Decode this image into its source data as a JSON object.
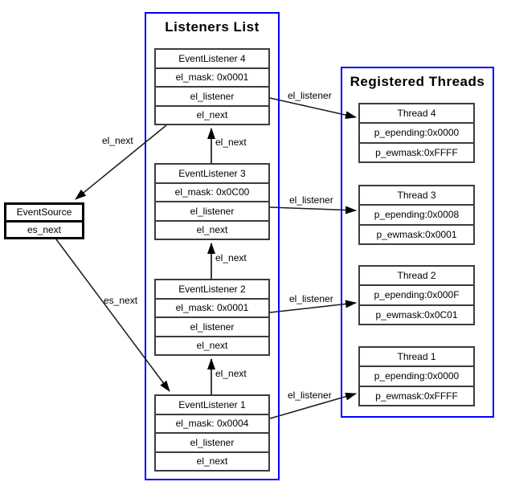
{
  "diagram": {
    "event_source": {
      "title": "EventSource",
      "fields": [
        "es_next"
      ]
    },
    "listeners": {
      "title": "Listeners List",
      "nodes": [
        {
          "title": "EventListener 4",
          "fields": [
            "el_mask: 0x0001",
            "el_listener",
            "el_next"
          ]
        },
        {
          "title": "EventListener 3",
          "fields": [
            "el_mask: 0x0C00",
            "el_listener",
            "el_next"
          ]
        },
        {
          "title": "EventListener 2",
          "fields": [
            "el_mask: 0x0001",
            "el_listener",
            "el_next"
          ]
        },
        {
          "title": "EventListener 1",
          "fields": [
            "el_mask: 0x0004",
            "el_listener",
            "el_next"
          ]
        }
      ]
    },
    "threads": {
      "title": "Registered Threads",
      "nodes": [
        {
          "title": "Thread 4",
          "fields": [
            "p_epending:0x0000",
            "p_ewmask:0xFFFF"
          ]
        },
        {
          "title": "Thread 3",
          "fields": [
            "p_epending:0x0008",
            "p_ewmask:0x0001"
          ]
        },
        {
          "title": "Thread 2",
          "fields": [
            "p_epending:0x000F",
            "p_ewmask:0x0C01"
          ]
        },
        {
          "title": "Thread 1",
          "fields": [
            "p_epending:0x0000",
            "p_ewmask:0xFFFF"
          ]
        }
      ]
    },
    "edge_labels": {
      "el_next_to_source": "el_next",
      "el_next_34": "el_next",
      "el_next_23": "el_next",
      "el_next_12": "el_next",
      "es_next": "es_next",
      "el_listener_4": "el_listener",
      "el_listener_3": "el_listener",
      "el_listener_2": "el_listener",
      "el_listener_1": "el_listener"
    },
    "colors": {
      "container_border": "#0000ff",
      "node_border": "#3c3c3c",
      "arrow": "#000000"
    }
  }
}
